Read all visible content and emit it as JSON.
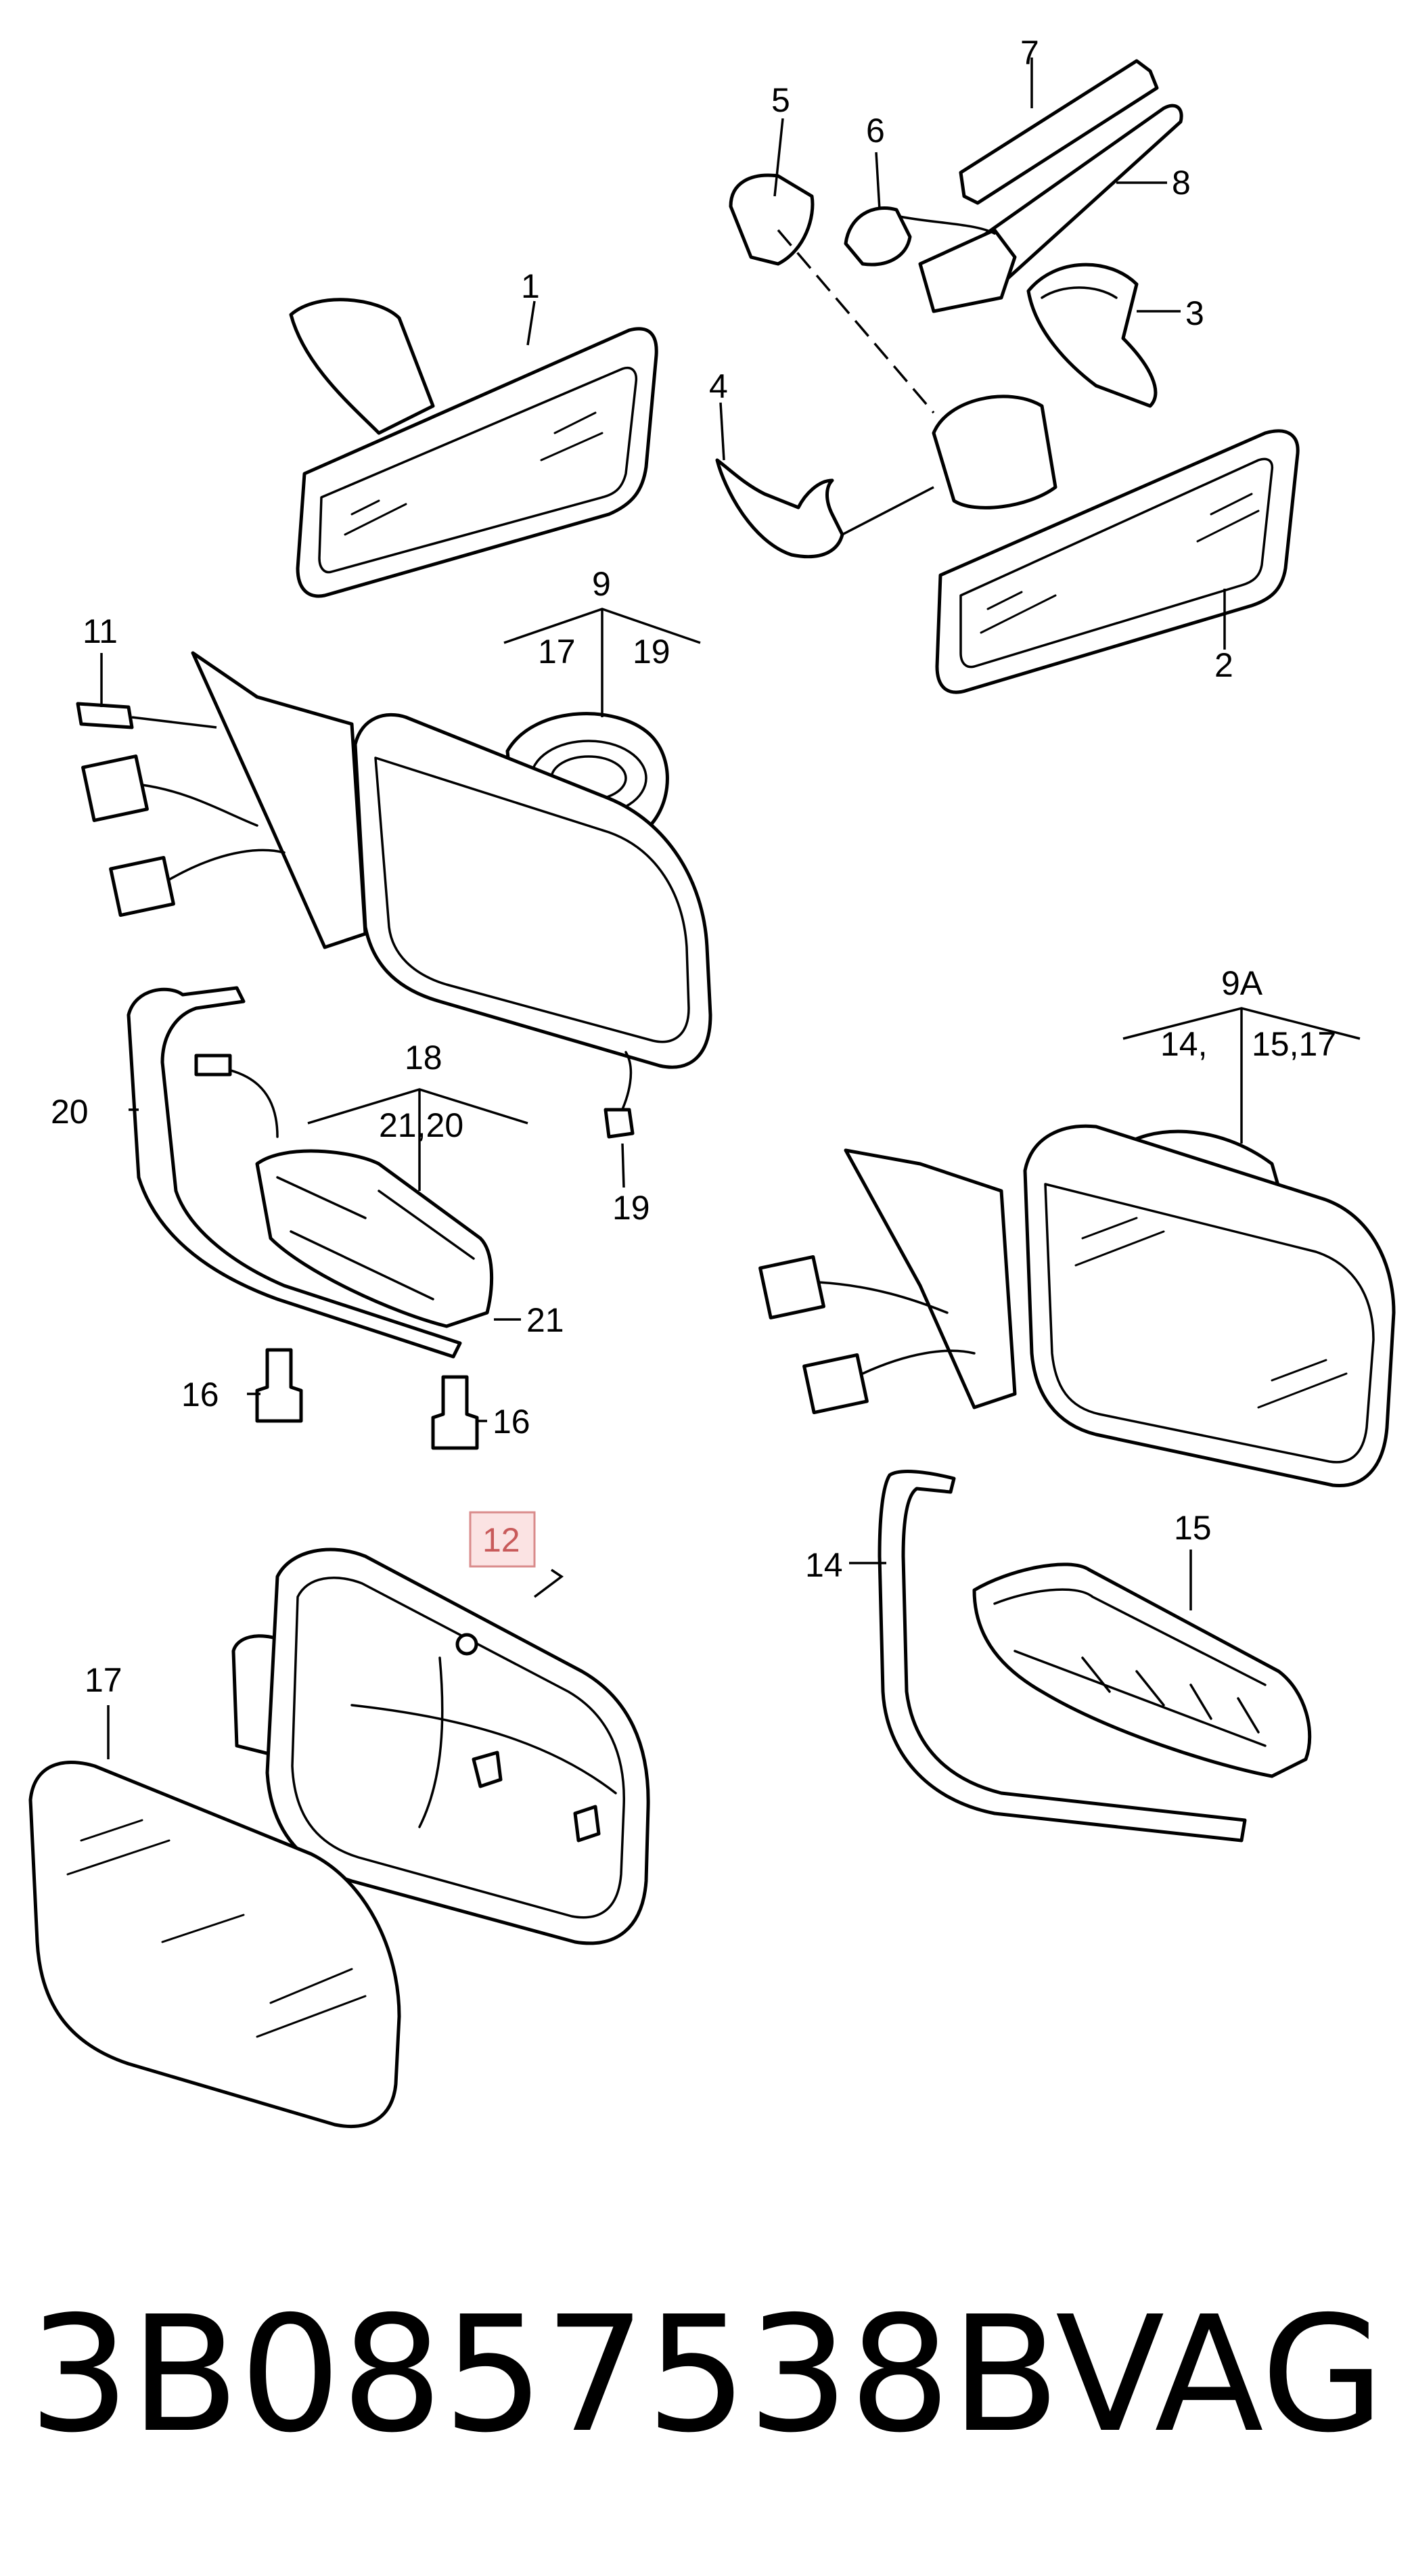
{
  "callouts": {
    "p1": "1",
    "p2": "2",
    "p3": "3",
    "p4": "4",
    "p5": "5",
    "p6": "6",
    "p7": "7",
    "p8": "8",
    "p9": "9",
    "p9_left": "17",
    "p9_right": "19",
    "p11": "11",
    "p18": "18",
    "p18_sub": "21,20",
    "p20": "20",
    "p21": "21",
    "p16a": "16",
    "p16b": "16",
    "p19": "19",
    "p9a": "9A",
    "p9a_left": "14,",
    "p9a_right": "15,17",
    "p12": "12",
    "p17": "17",
    "p14": "14",
    "p15": "15"
  },
  "highlight": {
    "part": "12",
    "fill_color": "#fbe3e3",
    "border_color": "#d98b8b",
    "text_color": "#c85a5a"
  },
  "footer": {
    "part_number": "3B0857538B",
    "brand": "VAG"
  }
}
